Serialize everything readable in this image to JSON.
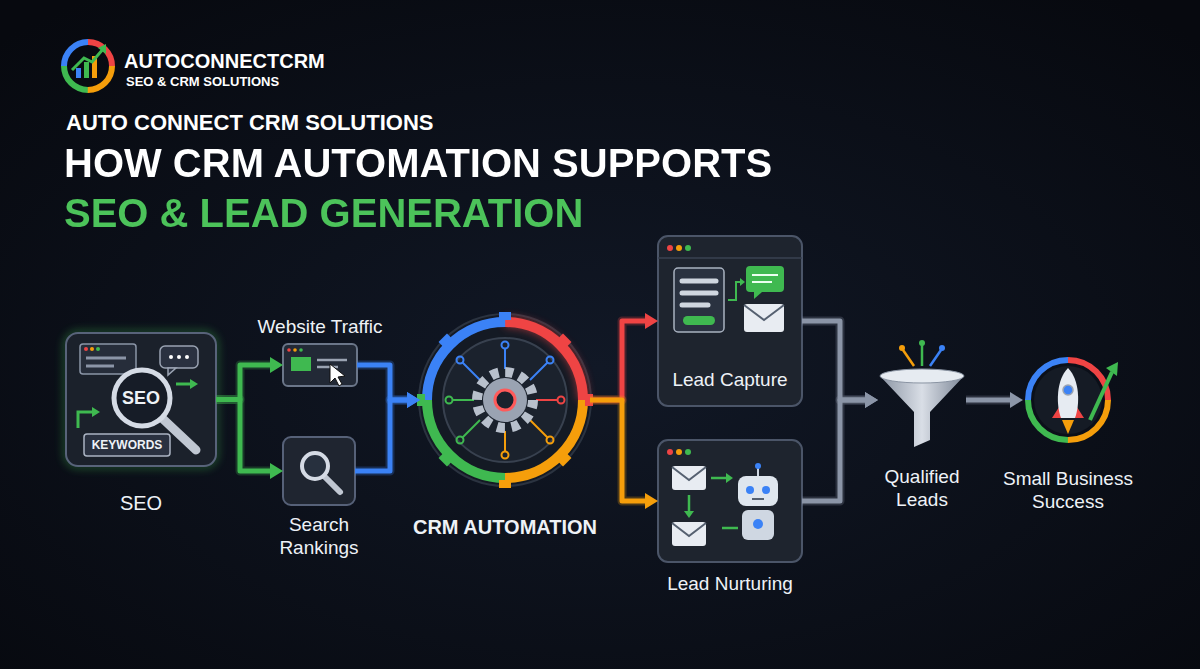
{
  "diagram": {
    "title": "HOW CRM AUTOMATION SUPPORTS SEO & LEAD GENERATION",
    "nodes": [
      {
        "text": [
          "SEO",
          "KEYWORDS",
          "SEO"
        ]
      },
      {
        "text": [
          "Website Traffic"
        ]
      },
      {
        "text": [
          "Search Rankings"
        ]
      },
      {
        "text": [
          "CRM AUTOMATION"
        ]
      },
      {
        "text": [
          "Lead Capture"
        ]
      },
      {
        "text": [
          "Lead Nurturing"
        ]
      },
      {
        "text": [
          "Qualified Leads"
        ]
      },
      {
        "text": [
          "Small Business Success"
        ]
      }
    ],
    "edges": [
      {
        "from": 0,
        "to": 1,
        "arrow": "to"
      },
      {
        "from": 0,
        "to": 2,
        "arrow": "to"
      },
      {
        "from": 1,
        "to": 3,
        "arrow": "to"
      },
      {
        "from": 2,
        "to": 3,
        "arrow": "to"
      },
      {
        "from": 3,
        "to": 4,
        "arrow": "to"
      },
      {
        "from": 3,
        "to": 5,
        "arrow": "to"
      },
      {
        "from": 4,
        "to": 6,
        "arrow": "to"
      },
      {
        "from": 5,
        "to": 6,
        "arrow": "to"
      },
      {
        "from": 6,
        "to": 7,
        "arrow": "to"
      }
    ],
    "labels": [
      "AUTOCONNECTCRM",
      "SEO & CRM SOLUTIONS",
      "AUTO CONNECT CRM SOLUTIONS"
    ]
  }
}
